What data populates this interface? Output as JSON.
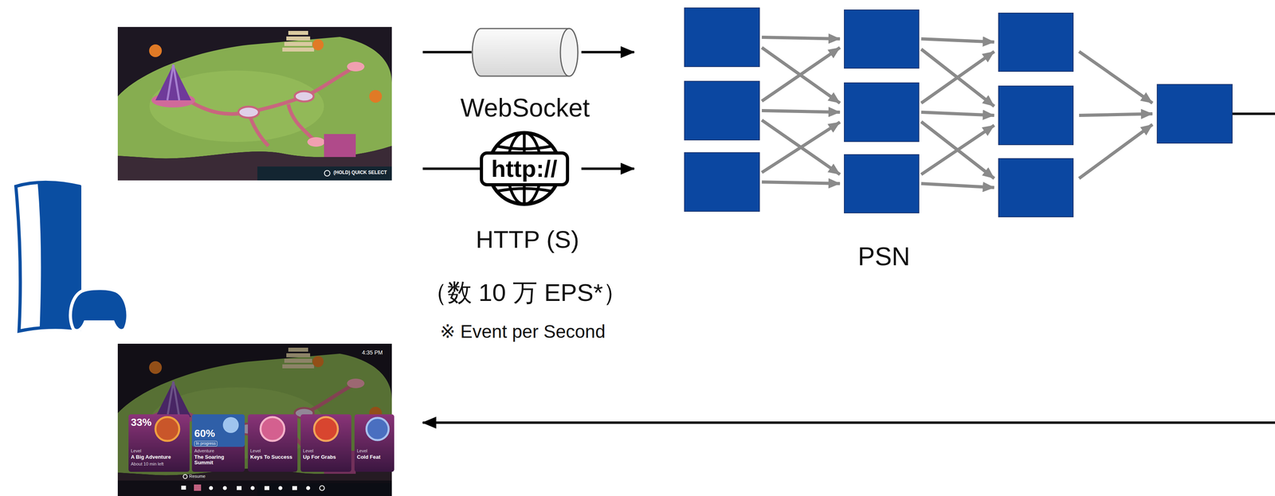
{
  "diagram": {
    "nodes": [
      {
        "text": [
          "(HOLD) QUICK SELECT"
        ]
      },
      {
        "text": [
          "WebSocket"
        ]
      },
      {
        "text": [
          "http://",
          "HTTP (S)"
        ]
      },
      {
        "text": [
          "PSN"
        ]
      },
      {
        "text": [
          "4:35 PM",
          "33%",
          "Level",
          "A Big Adventure",
          "About 10 min left",
          "60%",
          "In progress",
          "Adventure",
          "The Soaring Summit",
          "Level",
          "Keys To Success",
          "Level",
          "Up For Grabs",
          "Level",
          "Cold Feat",
          "Resume"
        ]
      }
    ],
    "edges": [
      {
        "from": 0,
        "to": 1,
        "arrow": "none"
      },
      {
        "from": 0,
        "to": 2,
        "arrow": "none"
      },
      {
        "from": 1,
        "to": 3,
        "arrow": "to"
      },
      {
        "from": 2,
        "to": 3,
        "arrow": "to"
      },
      {
        "from": 3,
        "to": 4,
        "arrow": "to"
      }
    ],
    "labels": [
      "（数 10 万 EPS*）",
      "※ Event per Second"
    ]
  }
}
